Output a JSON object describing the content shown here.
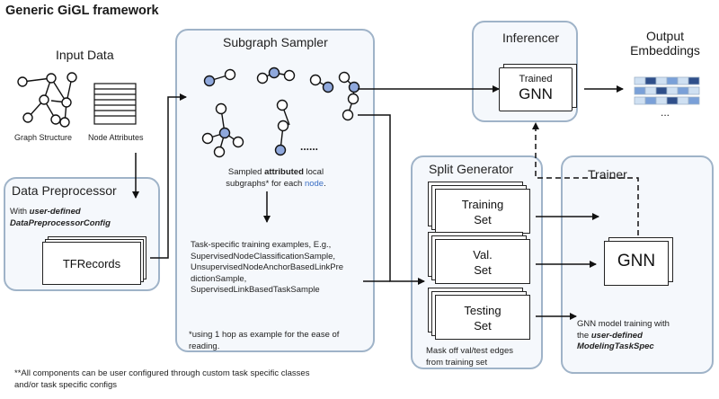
{
  "title": "Generic GiGL framework",
  "input_data": {
    "title": "Input Data",
    "graph_label": "Graph Structure",
    "attr_label": "Node Attributes"
  },
  "preprocessor": {
    "title": "Data Preprocessor",
    "with_text": "With",
    "user_defined": "user-defined",
    "config": "DataPreprocessorConfig",
    "tfrecords": "TFRecords"
  },
  "sampler": {
    "title": "Subgraph Sampler",
    "dots": "......",
    "sampled_pre": "Sampled",
    "sampled_bold": "attributed",
    "sampled_post": "local",
    "sampled_line2_pre": "subgraphs* for each",
    "sampled_node": "node",
    "sampled_end": ".",
    "examples": [
      "Task-specific training examples, E.g.,",
      "SupervisedNodeClassificationSample,",
      "UnsupervisedNodeAnchorBasedLinkPre",
      "dictionSample,",
      "SupervisedLinkBasedTaskSample"
    ],
    "footnote": [
      "*using 1 hop as example for the ease of",
      "reading."
    ]
  },
  "inferencer": {
    "title": "Inferencer",
    "model_line1": "Trained",
    "model_line2": "GNN"
  },
  "output": {
    "title_line1": "Output",
    "title_line2": "Embeddings",
    "ellipsis": "..."
  },
  "split_generator": {
    "title": "Split Generator",
    "training": [
      "Training",
      "Set"
    ],
    "val": [
      "Val.",
      "Set"
    ],
    "testing": [
      "Testing",
      "Set"
    ],
    "note": [
      "Mask off val/test edges",
      "from training set"
    ]
  },
  "trainer": {
    "title": "Trainer",
    "model": "GNN",
    "desc_line1": "GNN model training with",
    "desc_line2_pre": "the",
    "desc_line2_bold": "user-defined",
    "desc_line3": "ModelingTaskSpec"
  },
  "footer": [
    "**All components can be user configured through custom task specific classes",
    "and/or task specific configs"
  ],
  "colors": {
    "panel_border": "#9fb3c8",
    "panel_fill": "#f5f8fc",
    "node_blue": "#8fa8dc",
    "accent_blue": "#3b6fc4"
  }
}
